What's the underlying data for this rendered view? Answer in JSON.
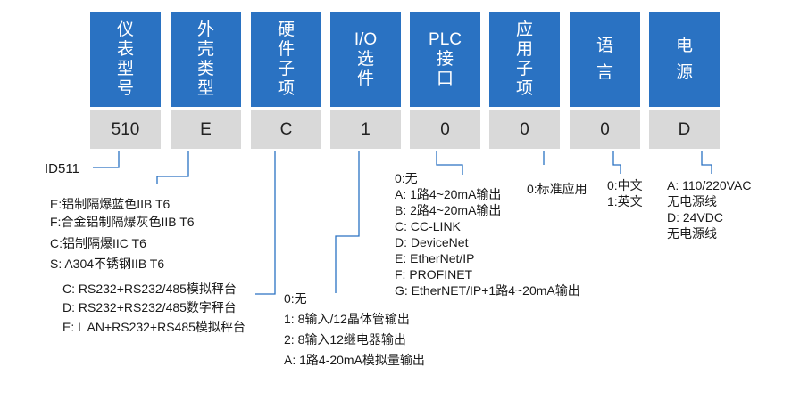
{
  "columns": [
    {
      "header": "仪表型号",
      "code": "510"
    },
    {
      "header": "外壳类型",
      "code": "E"
    },
    {
      "header": "硬件子项",
      "code": "C"
    },
    {
      "header": "I/O选件",
      "code": "1"
    },
    {
      "header": "PLC接口",
      "code": "0"
    },
    {
      "header": "应用子项",
      "code": "0"
    },
    {
      "header": "语言",
      "code": "0"
    },
    {
      "header": "电源",
      "code": "D"
    }
  ],
  "model_id": "ID511",
  "housing_options": [
    "E:铝制隔爆蓝色IIB T6",
    "F:合金铝制隔爆灰色IIB T6",
    "C:铝制隔爆IIC T6",
    "S: A304不锈钢IIB T6"
  ],
  "hardware_options": [
    "C: RS232+RS232/485模拟秤台",
    "D: RS232+RS232/485数字秤台",
    "E: L AN+RS232+RS485模拟秤台"
  ],
  "io_options": [
    "0:无",
    "1: 8输入/12晶体管输出",
    "2: 8输入12继电器输出",
    "A: 1路4-20mA模拟量输出"
  ],
  "plc_options": [
    "0:无",
    "A: 1路4~20mA输出",
    "B: 2路4~20mA输出",
    "C: CC-LINK",
    "D: DeviceNet",
    "E: EtherNet/IP",
    "F: PROFINET",
    "G: EtherNET/IP+1路4~20mA输出"
  ],
  "app_options": [
    "0:标准应用"
  ],
  "language_options": [
    "0:中文",
    "1:英文"
  ],
  "power_options": [
    "A: 110/220VAC",
    "无电源线",
    "D: 24VDC",
    "无电源线"
  ],
  "colors": {
    "header_bg": "#2a72c2",
    "code_bg": "#d9d9d9",
    "line": "#2a72c2"
  }
}
